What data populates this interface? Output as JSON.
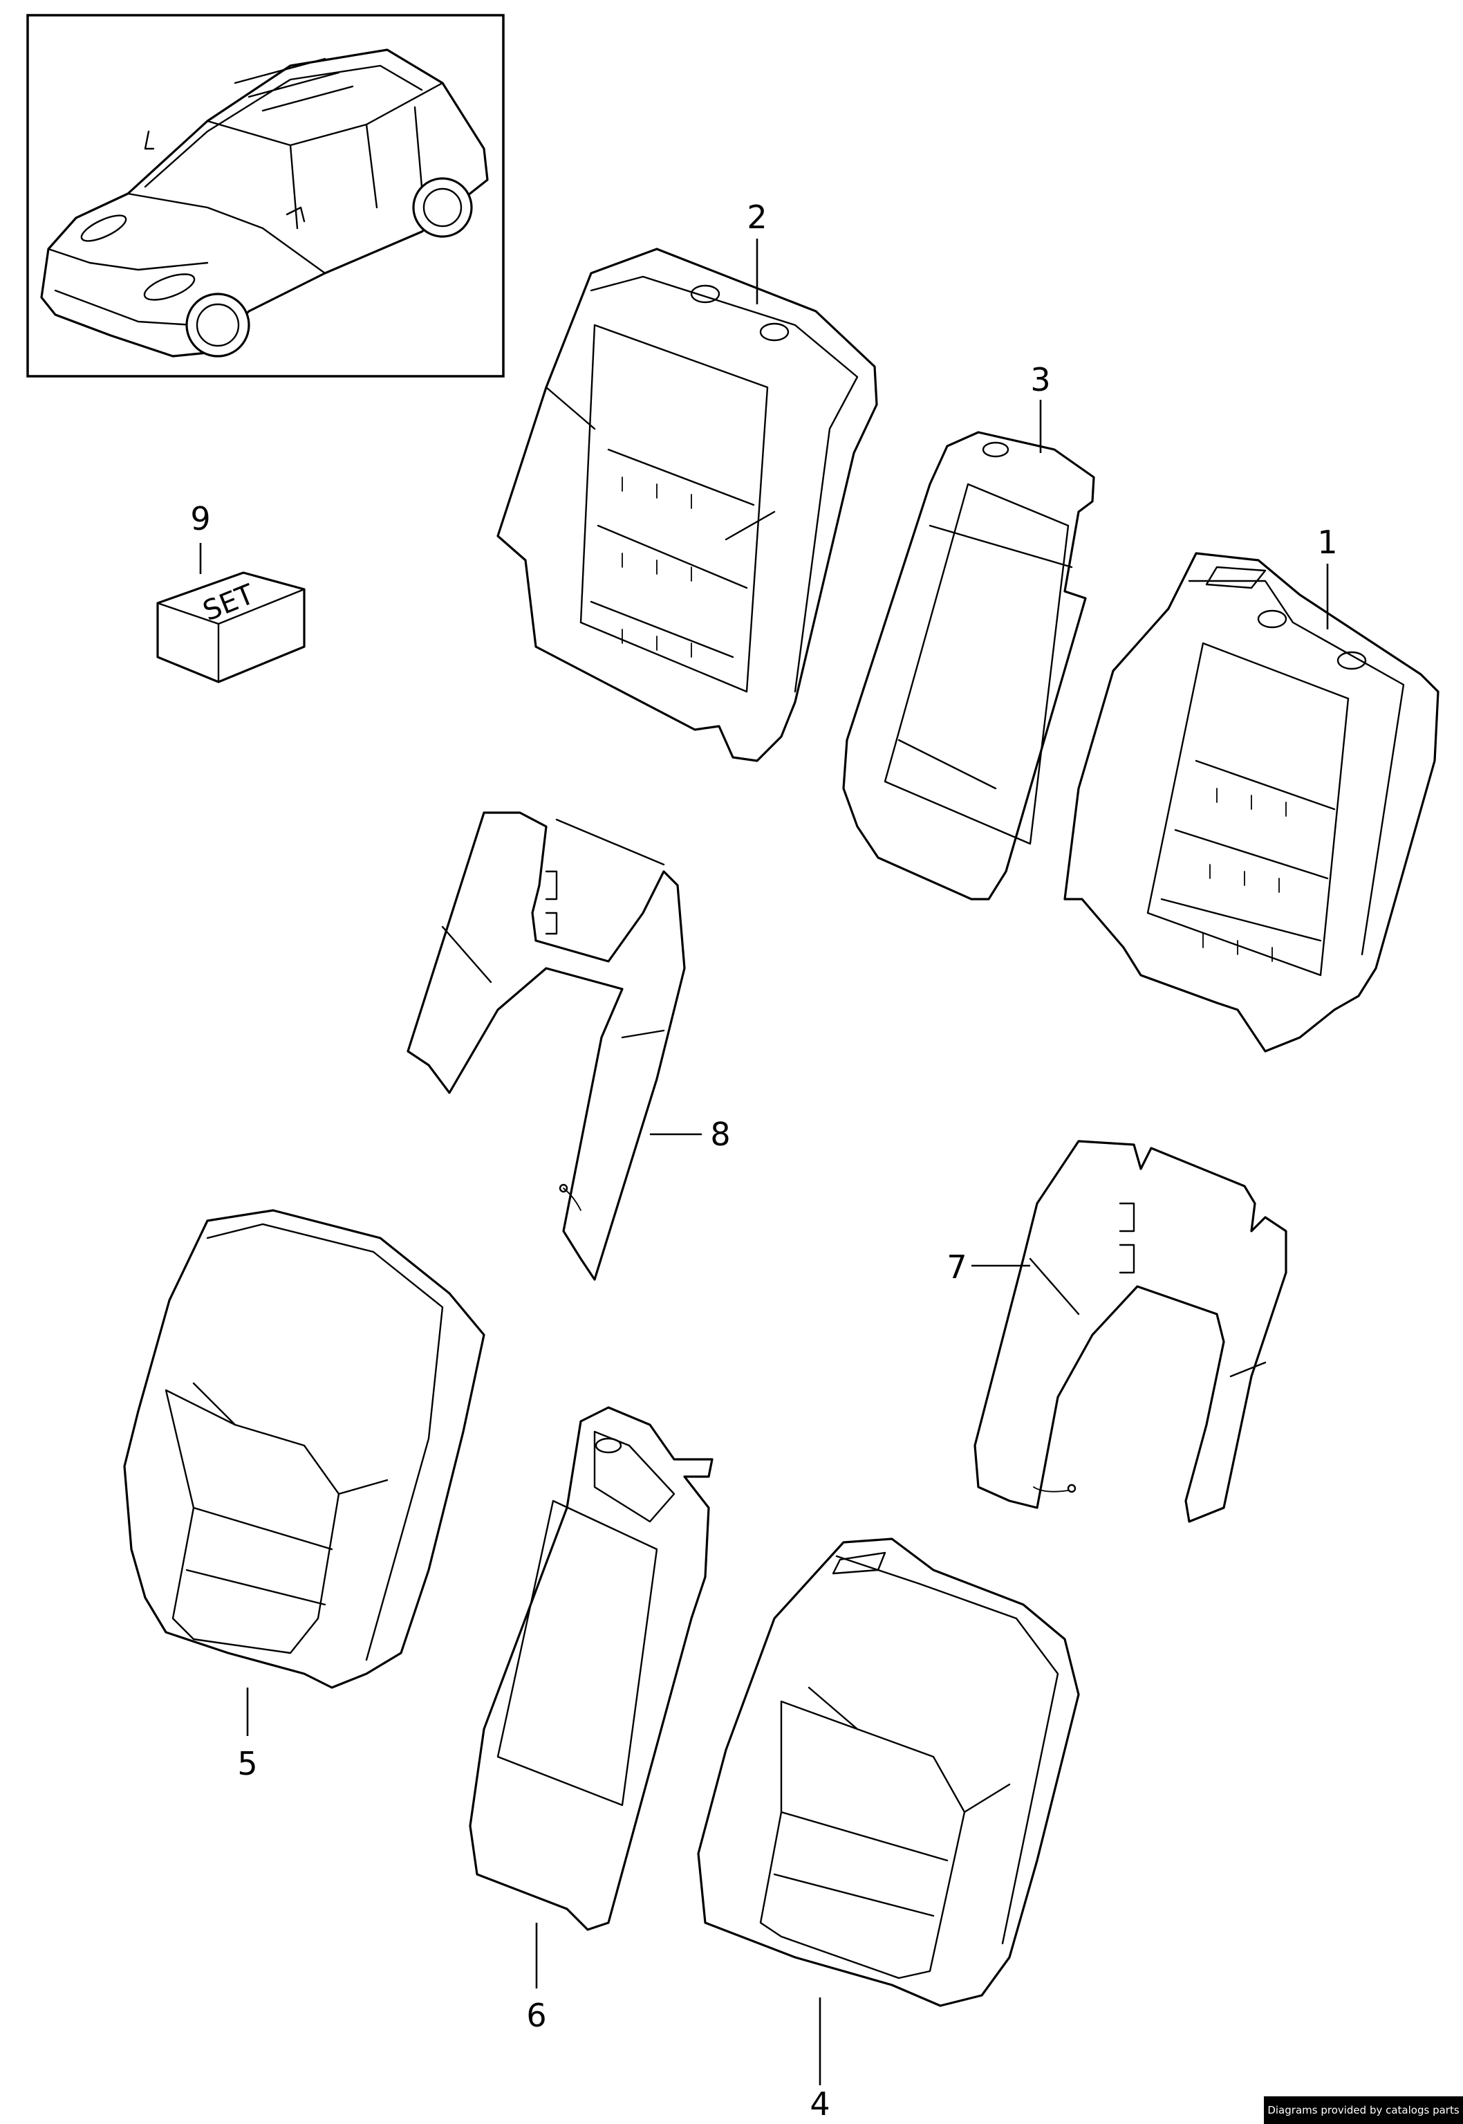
{
  "callouts": {
    "p1": "1",
    "p2": "2",
    "p3": "3",
    "p4": "4",
    "p5": "5",
    "p6": "6",
    "p7": "7",
    "p8": "8",
    "p9": "9"
  },
  "set_box_label": "SET",
  "credit": "Diagrams provided by catalogs parts",
  "colors": {
    "line": "#000000",
    "background": "#ffffff",
    "credit_bar": "#000000"
  }
}
